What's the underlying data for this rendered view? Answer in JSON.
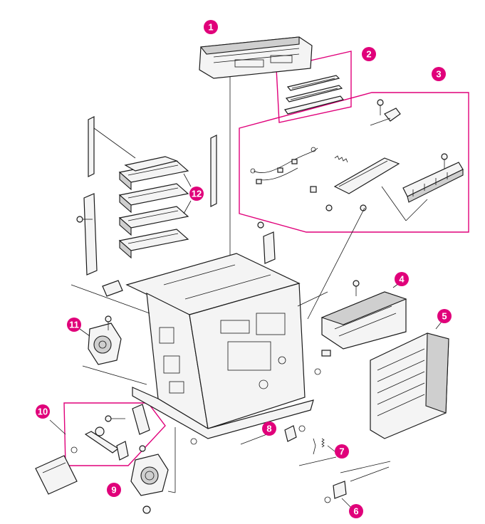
{
  "callouts": [
    {
      "id": "1",
      "label": "1"
    },
    {
      "id": "2",
      "label": "2"
    },
    {
      "id": "3",
      "label": "3"
    },
    {
      "id": "4",
      "label": "4"
    },
    {
      "id": "5",
      "label": "5"
    },
    {
      "id": "6",
      "label": "6"
    },
    {
      "id": "7",
      "label": "7"
    },
    {
      "id": "8",
      "label": "8"
    },
    {
      "id": "9",
      "label": "9"
    },
    {
      "id": "10",
      "label": "10"
    },
    {
      "id": "11",
      "label": "11"
    },
    {
      "id": "12",
      "label": "12"
    }
  ],
  "colors": {
    "callout": "#e0007a",
    "callout_text": "#ffffff",
    "line": "#1a1a1a",
    "frame": "#e0007a"
  }
}
